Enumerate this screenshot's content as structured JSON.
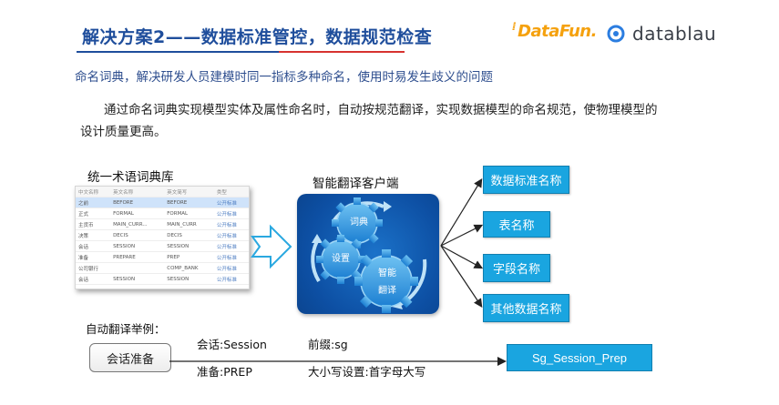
{
  "header": {
    "title": "解决方案2——数据标准管控，数据规范检查",
    "logo_datafun": "DataFun.",
    "logo_datablau": "datablau"
  },
  "subtitle": "命名词典，解决研发人员建模时同一指标多种命名，使用时易发生歧义的问题",
  "paragraph": "通过命名词典实现模型实体及属性命名时，自动按规范翻译，实现数据模型的命名规范，使物理模型的设计质量更高。",
  "dictionary": {
    "title": "统一术语词典库",
    "columns": [
      "中文名称",
      "英文名称",
      "英文简写",
      "类型"
    ],
    "rows": [
      [
        "之前",
        "BEFORE",
        "BEFORE",
        "公开标准"
      ],
      [
        "正式",
        "FORMAL",
        "FORMAL",
        "公开标准"
      ],
      [
        "主货币",
        "MAIN_CURR...",
        "MAIN_CURR",
        "公开标准"
      ],
      [
        "决策",
        "DECIS",
        "DECIS",
        "公开标准"
      ],
      [
        "会话",
        "SESSION",
        "SESSION",
        "公开标准"
      ],
      [
        "准备",
        "PREPARE",
        "PREP",
        "公开标准"
      ],
      [
        "公司银行",
        "",
        "COMP_BANK",
        "公开标准"
      ],
      [
        "会话",
        "SESSION",
        "SESSION",
        "公开标准"
      ]
    ]
  },
  "client": {
    "title": "智能翻译客户端",
    "gear_dict": "词典",
    "gear_settings": "设置",
    "gear_smart_1": "智能",
    "gear_smart_2": "翻译"
  },
  "outputs": [
    "数据标准名称",
    "表名称",
    "字段名称",
    "其他数据名称"
  ],
  "example": {
    "title": "自动翻译举例：",
    "source": "会话准备",
    "mapping_1": "会话:Session",
    "mapping_2": "准备:PREP",
    "prefix": "前缀:sg",
    "case_setting": "大小写设置:首字母大写",
    "result": "Sg_Session_Prep"
  },
  "colors": {
    "title": "#1f4e9c",
    "accent_red": "#d7322f",
    "output_box": "#1aa5e0",
    "client_box": "#0d4fa3",
    "datafun": "#f5a10e"
  }
}
